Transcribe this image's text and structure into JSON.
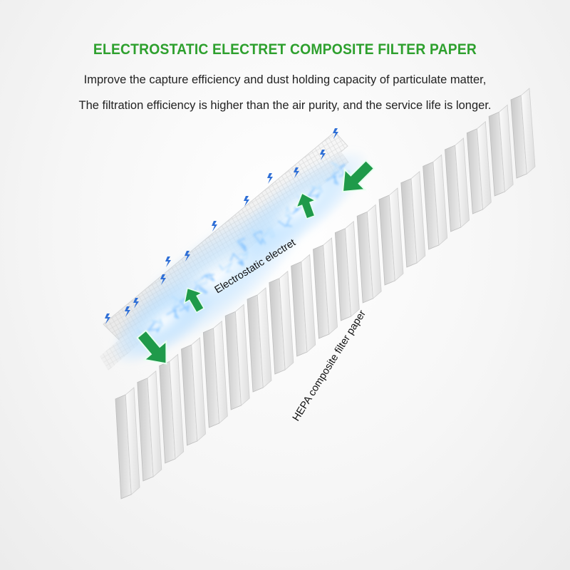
{
  "heading": {
    "title": "ELECTROSTATIC ELECTRET COMPOSITE FILTER PAPER",
    "line1": "Improve the capture efficiency and dust holding capacity of particulate matter,",
    "line2": "The filtration efficiency is higher than the air purity, and the service life is longer."
  },
  "labels": {
    "electret": "Electrostatic electret",
    "hepa": "HEPA composite filter paper"
  },
  "colors": {
    "title_green": "#2ea02e",
    "arrow_green": "#1f9a4a",
    "lightning_blue": "#2f6fd6",
    "energy_blue": "#9fd2ff"
  }
}
